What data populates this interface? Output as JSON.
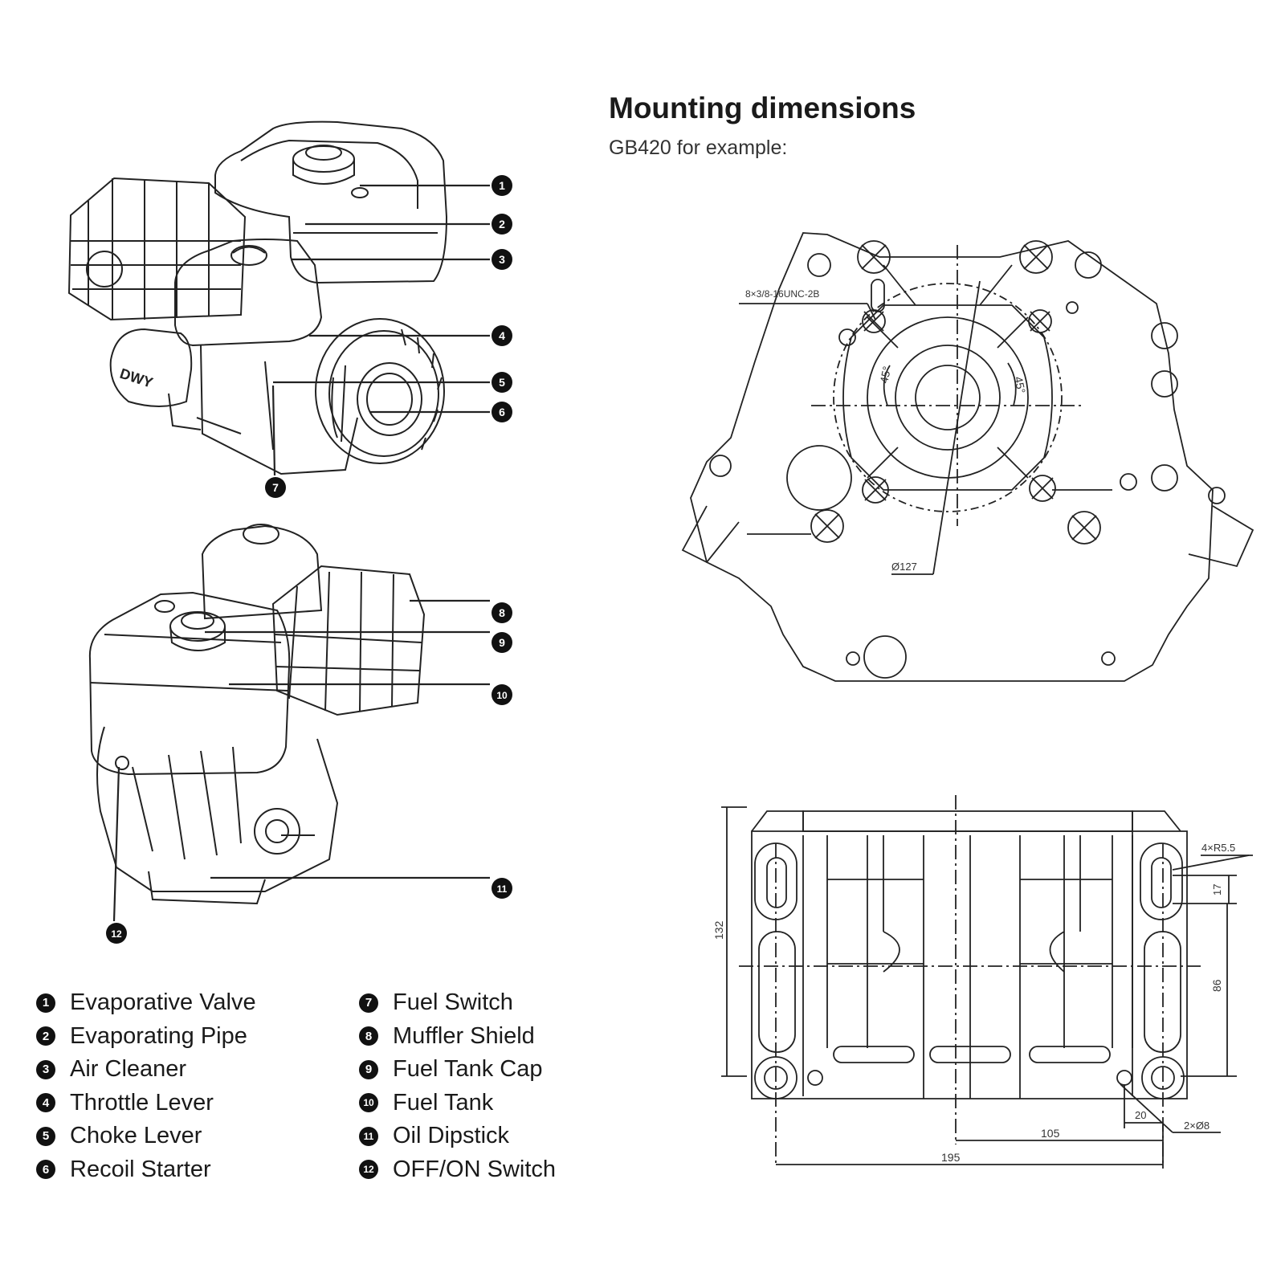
{
  "header": {
    "title": "Mounting dimensions",
    "subtitle": "GB420 for example:"
  },
  "callouts": {
    "upper": [
      "1",
      "2",
      "3",
      "4",
      "5",
      "6",
      "7"
    ],
    "lower": [
      "8",
      "9",
      "10",
      "11",
      "12"
    ],
    "engine_badge": "DWY"
  },
  "legend": {
    "left": [
      {
        "num": "1",
        "label": "Evaporative Valve"
      },
      {
        "num": "2",
        "label": "Evaporating Pipe"
      },
      {
        "num": "3",
        "label": "Air Cleaner"
      },
      {
        "num": "4",
        "label": "Throttle Lever"
      },
      {
        "num": "5",
        "label": "Choke Lever"
      },
      {
        "num": "6",
        "label": "Recoil Starter"
      }
    ],
    "right": [
      {
        "num": "7",
        "label": "Fuel Switch"
      },
      {
        "num": "8",
        "label": "Muffler Shield"
      },
      {
        "num": "9",
        "label": "Fuel Tank Cap"
      },
      {
        "num": "10",
        "label": "Fuel Tank"
      },
      {
        "num": "11",
        "label": "Oil Dipstick"
      },
      {
        "num": "12",
        "label": "OFF/ON Switch"
      }
    ]
  },
  "flange_drawing": {
    "thread_note": "8×3/8-16UNC-2B",
    "angle_left": "45°",
    "angle_right": "45°",
    "diameter": "Ø127"
  },
  "base_drawing": {
    "slot_radius": "4×R5.5",
    "dim_17": "17",
    "dim_132": "132",
    "dim_86": "86",
    "dim_20": "20",
    "hole_note": "2×Ø8",
    "dim_105": "105",
    "dim_195": "195"
  }
}
